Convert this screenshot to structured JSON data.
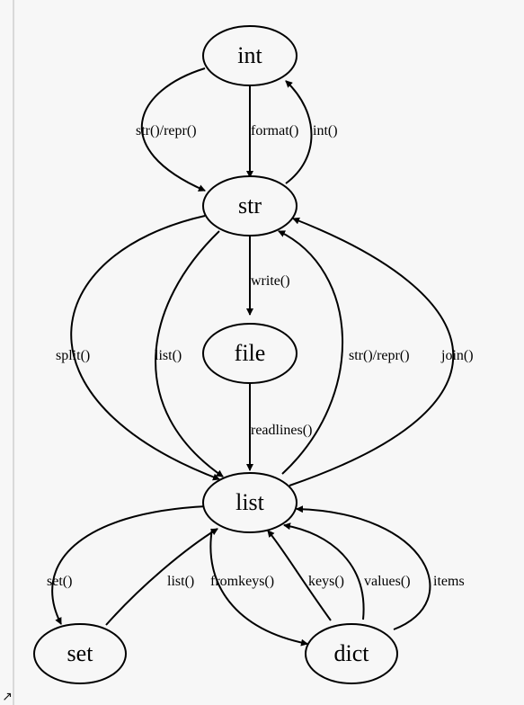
{
  "graph": {
    "nodes": {
      "int": "int",
      "str": "str",
      "file": "file",
      "list": "list",
      "set": "set",
      "dict": "dict"
    },
    "edges": [
      {
        "from": "int",
        "to": "str",
        "label": "str()/repr()"
      },
      {
        "from": "int",
        "to": "str",
        "label": "format()"
      },
      {
        "from": "str",
        "to": "int",
        "label": "int()"
      },
      {
        "from": "str",
        "to": "file",
        "label": "write()"
      },
      {
        "from": "str",
        "to": "list",
        "label": "split()"
      },
      {
        "from": "str",
        "to": "list",
        "label": "list()"
      },
      {
        "from": "file",
        "to": "list",
        "label": "readlines()"
      },
      {
        "from": "list",
        "to": "str",
        "label": "str()/repr()"
      },
      {
        "from": "list",
        "to": "str",
        "label": "join()"
      },
      {
        "from": "list",
        "to": "set",
        "label": "set()"
      },
      {
        "from": "set",
        "to": "list",
        "label": "list()"
      },
      {
        "from": "list",
        "to": "dict",
        "label": "fromkeys()"
      },
      {
        "from": "dict",
        "to": "list",
        "label": "keys()"
      },
      {
        "from": "dict",
        "to": "list",
        "label": "values()"
      },
      {
        "from": "dict",
        "to": "list",
        "label": "items"
      }
    ]
  },
  "icons": {
    "corner": "resize-arrow-icon"
  }
}
